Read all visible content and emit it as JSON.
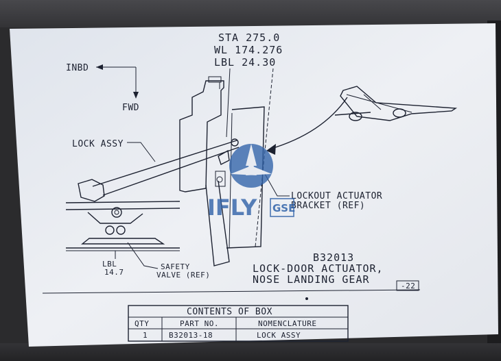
{
  "diagram": {
    "station_labels": [
      "STA 275.0",
      "WL 174.276",
      "LBL 24.30"
    ],
    "direction_inbd": "INBD",
    "direction_fwd": "FWD",
    "lock_assy_callout": "LOCK ASSY",
    "lockout_bracket_callout": [
      "LOCKOUT ACTUATOR",
      "BRACKET (REF)"
    ],
    "lbl_callout": [
      "LBL",
      "14.7"
    ],
    "safety_valve_callout": [
      "SAFETY",
      "VALVE (REF)"
    ],
    "part_title": [
      "B32013",
      "LOCK-DOOR ACTUATOR,",
      "NOSE LANDING GEAR"
    ],
    "page_ref": "-22"
  },
  "watermark": {
    "brand": "IFLY",
    "suffix": "GSE",
    "color": "#2f62a8"
  },
  "contents_table": {
    "title": "CONTENTS OF BOX",
    "headers": [
      "QTY",
      "PART NO.",
      "NOMENCLATURE"
    ],
    "rows": [
      [
        "1",
        "B32013-18",
        "LOCK ASSY"
      ]
    ]
  },
  "colors": {
    "placard": "#e8ebf1",
    "ink": "#1c2130"
  }
}
